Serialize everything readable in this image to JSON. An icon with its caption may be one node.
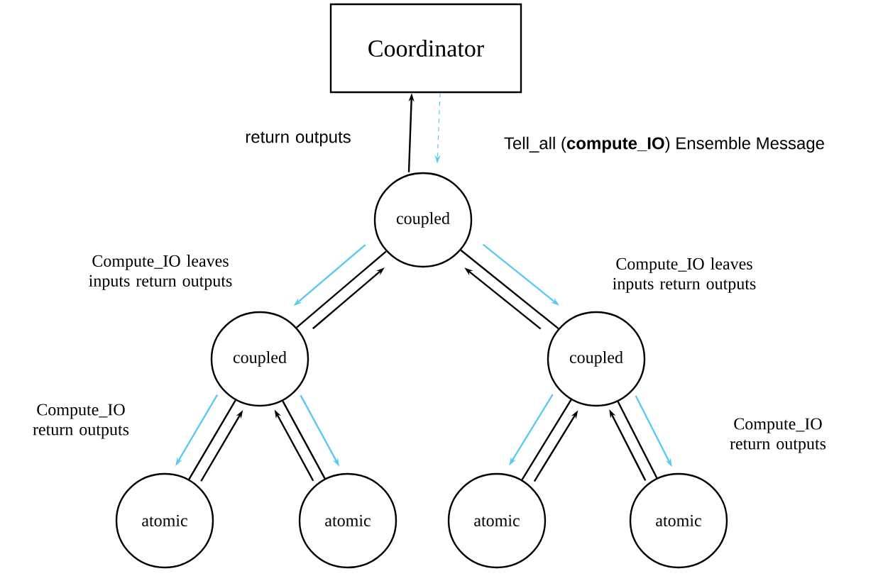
{
  "diagram": {
    "nodes": [
      {
        "text": [
          "Coordinator"
        ]
      },
      {
        "text": [
          "coupled"
        ]
      },
      {
        "text": [
          "coupled"
        ]
      },
      {
        "text": [
          "coupled"
        ]
      },
      {
        "text": [
          "atomic"
        ]
      },
      {
        "text": [
          "atomic"
        ]
      },
      {
        "text": [
          "atomic"
        ]
      },
      {
        "text": [
          "atomic"
        ]
      }
    ],
    "edges": [
      {
        "from": 1,
        "to": 0,
        "arrow": "to",
        "label": "return outputs"
      },
      {
        "from": 0,
        "to": 1,
        "arrow": "to",
        "style": "dashed",
        "color": "#5bc8f5",
        "label": "Tell_all (**compute_IO**) Ensemble Message"
      },
      {
        "from": 1,
        "to": 2,
        "arrow": "none"
      },
      {
        "from": 2,
        "to": 1,
        "arrow": "to"
      },
      {
        "from": 1,
        "to": 2,
        "arrow": "to",
        "color": "#5bc8f5",
        "label": "Compute_IO leaves inputs return outputs"
      },
      {
        "from": 1,
        "to": 3,
        "arrow": "none"
      },
      {
        "from": 3,
        "to": 1,
        "arrow": "to"
      },
      {
        "from": 1,
        "to": 3,
        "arrow": "to",
        "color": "#5bc8f5",
        "label": "Compute_IO leaves inputs return outputs"
      },
      {
        "from": 2,
        "to": 4,
        "arrow": "none"
      },
      {
        "from": 4,
        "to": 2,
        "arrow": "to"
      },
      {
        "from": 2,
        "to": 4,
        "arrow": "to",
        "color": "#5bc8f5",
        "label": "Compute_IO return outputs"
      },
      {
        "from": 2,
        "to": 5,
        "arrow": "none"
      },
      {
        "from": 5,
        "to": 2,
        "arrow": "to"
      },
      {
        "from": 2,
        "to": 5,
        "arrow": "to",
        "color": "#5bc8f5"
      },
      {
        "from": 3,
        "to": 6,
        "arrow": "none"
      },
      {
        "from": 6,
        "to": 3,
        "arrow": "to"
      },
      {
        "from": 3,
        "to": 6,
        "arrow": "to",
        "color": "#5bc8f5"
      },
      {
        "from": 3,
        "to": 7,
        "arrow": "none"
      },
      {
        "from": 7,
        "to": 3,
        "arrow": "to"
      },
      {
        "from": 3,
        "to": 7,
        "arrow": "to",
        "color": "#5bc8f5",
        "label": "Compute_IO return outputs"
      }
    ]
  }
}
